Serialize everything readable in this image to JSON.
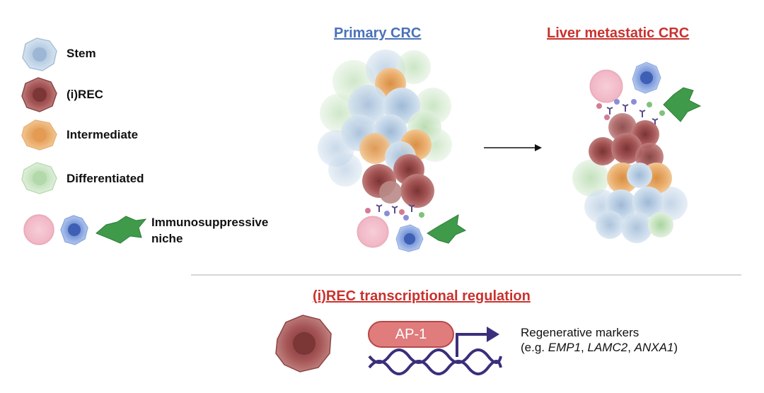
{
  "legend": {
    "stem": "Stem",
    "irec": "(i)REC",
    "intermediate": "Intermediate",
    "differentiated": "Differentiated",
    "niche_line1": "Immunosuppressive",
    "niche_line2": "niche"
  },
  "titles": {
    "primary": "Primary CRC",
    "metastatic": "Liver metastatic CRC",
    "regulation": "(i)REC transcriptional regulation"
  },
  "regulation": {
    "factor": "AP-1",
    "markers_line1": "Regenerative markers",
    "markers_prefix": "(e.g. ",
    "gene1": "EMP1",
    "sep1": ", ",
    "gene2": "LAMC2",
    "sep2": ", ",
    "gene3": "ANXA1",
    "markers_suffix": ")"
  },
  "colors": {
    "primary_title": "#4a72b8",
    "metastatic_title": "#c8322e",
    "regulation_title": "#c8322e",
    "stem_cell": "#b7cde3",
    "irec_cell": "#a85a5a",
    "intermediate_cell": "#e6a55b",
    "differentiated_cell": "#c9e2c3",
    "pink_cell": "#f5c6d2",
    "blue_immune_cell": "#7f9edb",
    "fibroblast": "#3f9b4a",
    "dna": "#3a2f7a"
  }
}
